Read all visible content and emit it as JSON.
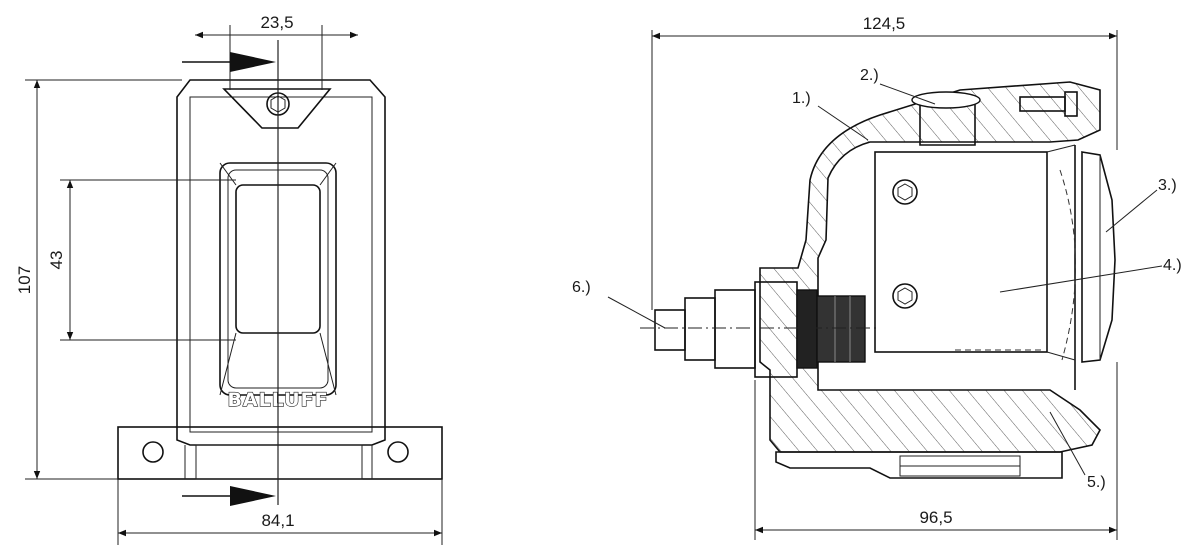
{
  "dimensions": {
    "front_top_width": "23,5",
    "front_height": "107",
    "front_window_height": "43",
    "front_base_width": "84,1",
    "side_overall_length": "124,5",
    "side_base_length": "96,5"
  },
  "callouts": {
    "c1": "1.)",
    "c2": "2.)",
    "c3": "3.)",
    "c4": "4.)",
    "c5": "5.)",
    "c6": "6.)"
  },
  "brand": {
    "logo_text": "BALLUFF"
  }
}
